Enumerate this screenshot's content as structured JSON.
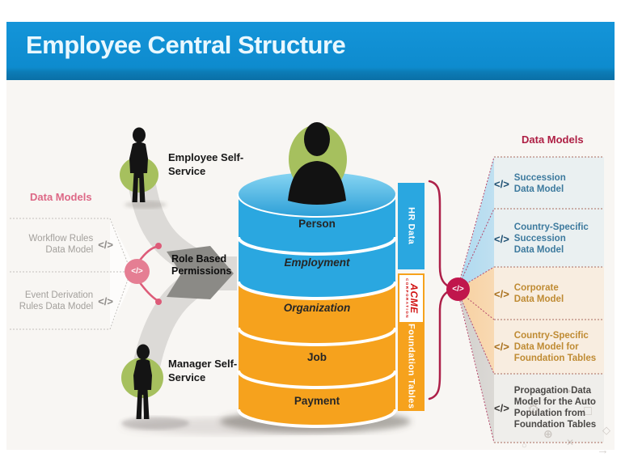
{
  "header": {
    "title": "Employee Central Structure"
  },
  "left_data_models": {
    "title": "Data Models",
    "items": [
      {
        "label": "Workflow Rules\nData Model"
      },
      {
        "label": "Event Derivation\nRules Data Model"
      }
    ]
  },
  "flow": {
    "employee_label": "Employee Self-\nService",
    "manager_label": "Manager Self-\nService",
    "permissions_label": "Role Based\nPermissions"
  },
  "database": {
    "hr_band": "HR Data",
    "foundation_band": "Foundation Tables",
    "logo_title": "ACME",
    "logo_subtitle": "CORPORATION",
    "layers": [
      {
        "label": "Person"
      },
      {
        "label": "Employment"
      },
      {
        "label": "Organization"
      },
      {
        "label": "Job"
      },
      {
        "label": "Payment"
      }
    ]
  },
  "right_data_models": {
    "title": "Data Models",
    "items": [
      {
        "label": "Succession\nData Model",
        "theme": "blue"
      },
      {
        "label": "Country-Specific\nSuccession\nData Model",
        "theme": "blue"
      },
      {
        "label": "Corporate\nData Model",
        "theme": "orange"
      },
      {
        "label": "Country-Specific\nData Model for\nFoundation Tables",
        "theme": "orange"
      },
      {
        "label": "Propagation Data\nModel for the Auto\nPopulation from\nFoundation Tables",
        "theme": "dark"
      }
    ]
  },
  "icons": {
    "code": "</>"
  },
  "watermark": {
    "glyphs": [
      "→",
      "⚙",
      "✕",
      "□",
      "⊕",
      "○",
      "◇",
      "→"
    ]
  },
  "colors": {
    "header_blue": "#0e8bce",
    "hr_blue": "#2aa7e0",
    "foundation_orange": "#f6a21d",
    "avatar_green": "#a6c05e",
    "permissions_pink": "#e57e93",
    "models_crimson": "#c0164c",
    "left_title_rose": "#dd6886",
    "right_title_maroon": "#ae1f44"
  }
}
